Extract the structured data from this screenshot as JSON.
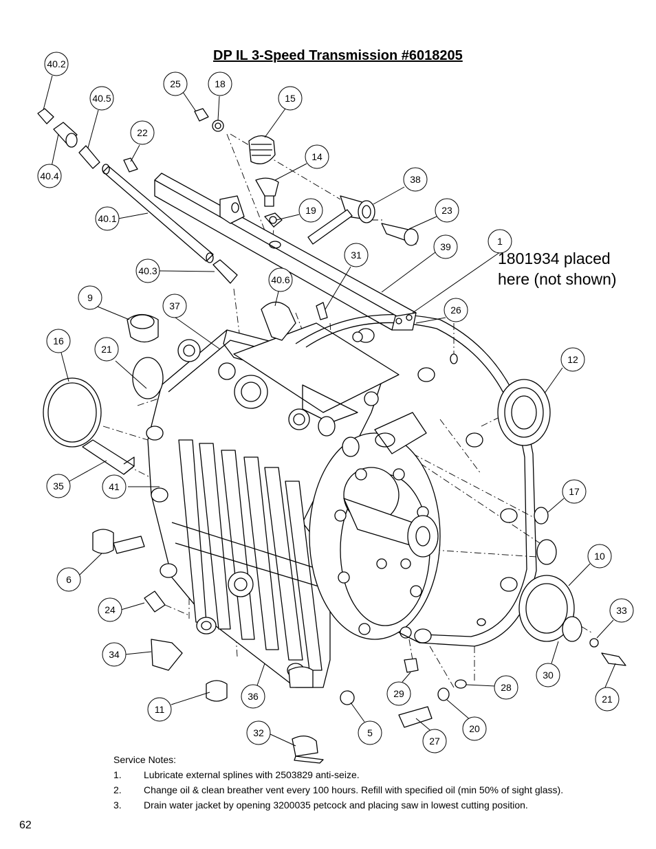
{
  "title": "DP IL 3-Speed Transmission #6018205",
  "side_note": {
    "line1": "1801934 placed",
    "line2": "here (not shown)"
  },
  "callouts": [
    "40.2",
    "40.5",
    "40.4",
    "25",
    "18",
    "15",
    "22",
    "14",
    "38",
    "23",
    "19",
    "40.1",
    "31",
    "39",
    "1",
    "40.3",
    "40.6",
    "9",
    "37",
    "26",
    "16",
    "21",
    "12",
    "35",
    "41",
    "17",
    "10",
    "6",
    "24",
    "34",
    "33",
    "30",
    "21",
    "29",
    "28",
    "11",
    "36",
    "20",
    "5",
    "27",
    "32"
  ],
  "service_notes": {
    "heading": "Service Notes:",
    "items": [
      {
        "num": "1.",
        "text": "Lubricate external splines with 2503829 anti-seize."
      },
      {
        "num": "2.",
        "text": "Change oil & clean breather vent every 100 hours.  Refill with specified oil (min 50% of sight glass)."
      },
      {
        "num": "3.",
        "text": "Drain water jacket by opening 3200035 petcock and placing saw in lowest cutting position."
      }
    ]
  },
  "page_number": "62"
}
